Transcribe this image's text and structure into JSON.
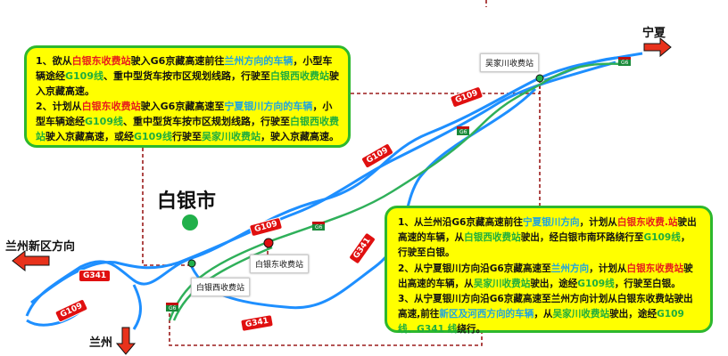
{
  "colors": {
    "road_blue": "#1e8fff",
    "expressway_green": "#2fb05a",
    "note_bg": "#ffff00",
    "dash_red": "#9b1b1b",
    "arrow_red": "#e8321c",
    "dot_green": "#21b04a",
    "station_red": "#e01010"
  },
  "map": {
    "city": "白银市",
    "destinations": {
      "ningxia": "宁夏",
      "lanzhou_new": "兰州新区方向",
      "lanzhou": "兰州"
    },
    "stations": {
      "wujiachuan": "吴家川收费站",
      "baiyin_east": "白银东收费站",
      "baiyin_west": "白银西收费站"
    },
    "road_badges": {
      "g109_a": "G109",
      "g109_b": "G109",
      "g109_c": "G109",
      "g109_d": "G109",
      "g341_a": "G341",
      "g341_b": "G341",
      "g341_c": "G341"
    },
    "g6_shields": {
      "a": "G6",
      "b": "G6",
      "c": "G6",
      "d": "G6"
    }
  },
  "notes": [
    [
      {
        "t": "1、欲从",
        "c": "k"
      },
      {
        "t": "白银东收费站",
        "c": "r"
      },
      {
        "t": "驶入G6京藏高速前往",
        "c": "k"
      },
      {
        "t": "兰州方向的车辆",
        "c": "b"
      },
      {
        "t": "，小型车辆途经",
        "c": "k"
      },
      {
        "t": "G109线",
        "c": "g"
      },
      {
        "t": "、重中型货车按市区规划线路，行驶至",
        "c": "k"
      },
      {
        "t": "白银西收费站",
        "c": "g"
      },
      {
        "t": "驶入京藏高速。",
        "c": "k"
      },
      {
        "br": 1
      },
      {
        "t": "2、计划从",
        "c": "k"
      },
      {
        "t": "白银东收费站",
        "c": "r"
      },
      {
        "t": "驶入G6京藏高速至",
        "c": "k"
      },
      {
        "t": "宁夏银川方向的车辆",
        "c": "b"
      },
      {
        "t": "，小型车辆途经",
        "c": "k"
      },
      {
        "t": "G109线",
        "c": "g"
      },
      {
        "t": "、重中型货车按市区规划线路，行驶至",
        "c": "k"
      },
      {
        "t": "白银西收费站",
        "c": "g"
      },
      {
        "t": "驶入京藏高速，或经",
        "c": "k"
      },
      {
        "t": "G109线",
        "c": "g"
      },
      {
        "t": "行驶至",
        "c": "k"
      },
      {
        "t": "吴家川收费站",
        "c": "g"
      },
      {
        "t": "，驶入京藏高速。",
        "c": "k"
      }
    ],
    [
      {
        "t": "1、从兰州沿G6京藏高速前往",
        "c": "k"
      },
      {
        "t": "宁夏银川方向",
        "c": "b"
      },
      {
        "t": "，计划从",
        "c": "k"
      },
      {
        "t": "白银东收费.站",
        "c": "r"
      },
      {
        "t": "驶出高速的车辆，从",
        "c": "k"
      },
      {
        "t": "白银西收费站",
        "c": "g"
      },
      {
        "t": "驶出，经白银市南环路绕行至",
        "c": "k"
      },
      {
        "t": "G109线",
        "c": "g"
      },
      {
        "t": "，行驶至白银。",
        "c": "k"
      },
      {
        "br": 1
      },
      {
        "t": "2、从宁夏银川方向沿G6京藏高速至",
        "c": "k"
      },
      {
        "t": "兰州方向",
        "c": "b"
      },
      {
        "t": "，计划从",
        "c": "k"
      },
      {
        "t": "白银东收费站",
        "c": "r"
      },
      {
        "t": "驶出高速的车辆，从",
        "c": "k"
      },
      {
        "t": "吴家川收费站",
        "c": "g"
      },
      {
        "t": "驶出，途经",
        "c": "k"
      },
      {
        "t": "G109线",
        "c": "g"
      },
      {
        "t": "，行驶至白银。",
        "c": "k"
      },
      {
        "br": 1
      },
      {
        "t": "3、从宁夏银川方向沿G6京藏高速至兰州方向计划从白银东收费站驶出高速,前往",
        "c": "k"
      },
      {
        "t": "新区及河西方向的车辆",
        "c": "b"
      },
      {
        "t": "，从",
        "c": "k"
      },
      {
        "t": "吴家川收费站",
        "c": "g"
      },
      {
        "t": "驶出，途经",
        "c": "k"
      },
      {
        "t": "G109线、G341 线",
        "c": "g"
      },
      {
        "t": "绕行。",
        "c": "k"
      }
    ]
  ]
}
